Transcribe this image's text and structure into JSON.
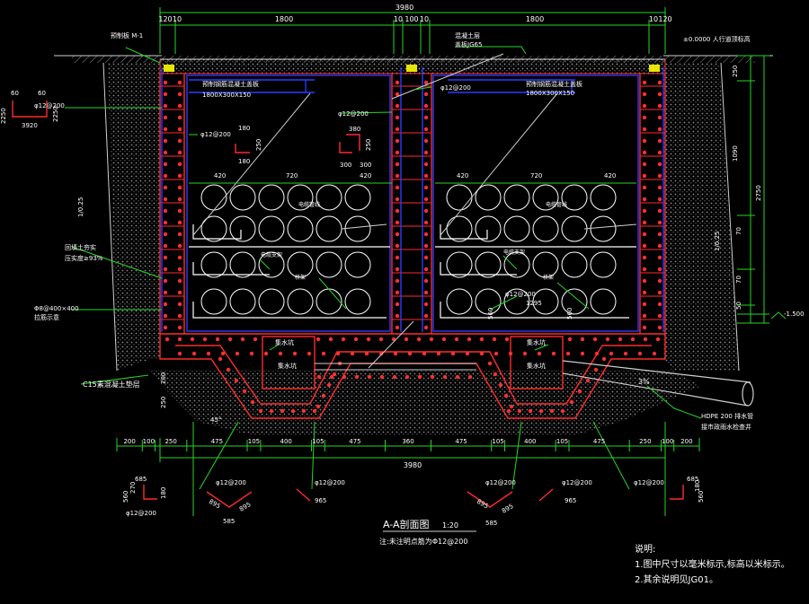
{
  "colors": {
    "background": "#000000",
    "wall": "#ff2a2a",
    "inner_line": "#2a3cff",
    "dimension": "#26d626",
    "text": "#ffffff",
    "ground_fill": "#9a9a9a"
  },
  "top_dims": {
    "overall": "3980",
    "segments": [
      "120",
      "10",
      "1800",
      "10",
      "100",
      "10",
      "1800",
      "10",
      "120"
    ]
  },
  "top_labels": {
    "cover_beam": "预制板 M-1",
    "drain_label": "混凝土层",
    "cover_ref": "盖板JG65",
    "ground_level": "±0.0000 人行道顶标高"
  },
  "chamber_labels": {
    "bracket_left": "预制钢筋混凝土盖板",
    "bracket_left_size": "1800X300X150",
    "bracket_right": "预制钢筋混凝土盖板",
    "bracket_right_size": "1800X300X150"
  },
  "rebar_labels": {
    "phi12_200": "φ12@200",
    "phi8_400": "Φ8@400×400",
    "stirrup_note": "拉筋示意"
  },
  "small_dims": {
    "d60": "60",
    "d2250": "2250",
    "d3920": "3920",
    "d180": "180",
    "d250": "250",
    "d300": "300",
    "d380": "380"
  },
  "inner_dims": {
    "left_cols": [
      "420",
      "720",
      "420"
    ],
    "right_cols": [
      "420",
      "720",
      "420"
    ]
  },
  "pipe_labels": {
    "cable_support": "电缆支架",
    "cable_tray": "桥架",
    "cable_label": "电缆管线"
  },
  "right_dims": {
    "d250": "250",
    "d1090": "1090",
    "d2750": "2750",
    "d1025": "1/0.25",
    "d70": "70",
    "d50": "50",
    "level": "-1.500"
  },
  "left_side": {
    "slope": "1/0.25",
    "backfill": "回填土夯实",
    "compaction": "压实度≥93%",
    "c15_label": "C15素混凝土垫层",
    "d200": "200",
    "d250": "250",
    "angle": "45°"
  },
  "bottom_labels": {
    "sump": "集水坑",
    "sump2": "集水坑",
    "slope_pct": "3%",
    "pipe": "HDPE 200 排水管",
    "pipe_note": "接市政雨水检查井"
  },
  "bottom_dims": {
    "segments": [
      "200",
      "100",
      "250",
      "475",
      "105",
      "400",
      "105",
      "475",
      "360",
      "475",
      "105",
      "400",
      "105",
      "475",
      "250",
      "100",
      "200"
    ],
    "overall": "3980"
  },
  "bottom_rebars": {
    "d685": "685",
    "d270": "270",
    "d180": "180",
    "d560": "560",
    "d895": "895",
    "d585": "585",
    "d965": "965",
    "d1295": "1295"
  },
  "title": {
    "name": "A-A剖面图",
    "scale": "1:20",
    "note": "注:未注明点筋为Φ12@200"
  },
  "notes": {
    "header": "说明:",
    "line1": "1.图中尺寸以毫米标示,标高以米标示。",
    "line2": "2.其余说明见JG01。"
  }
}
